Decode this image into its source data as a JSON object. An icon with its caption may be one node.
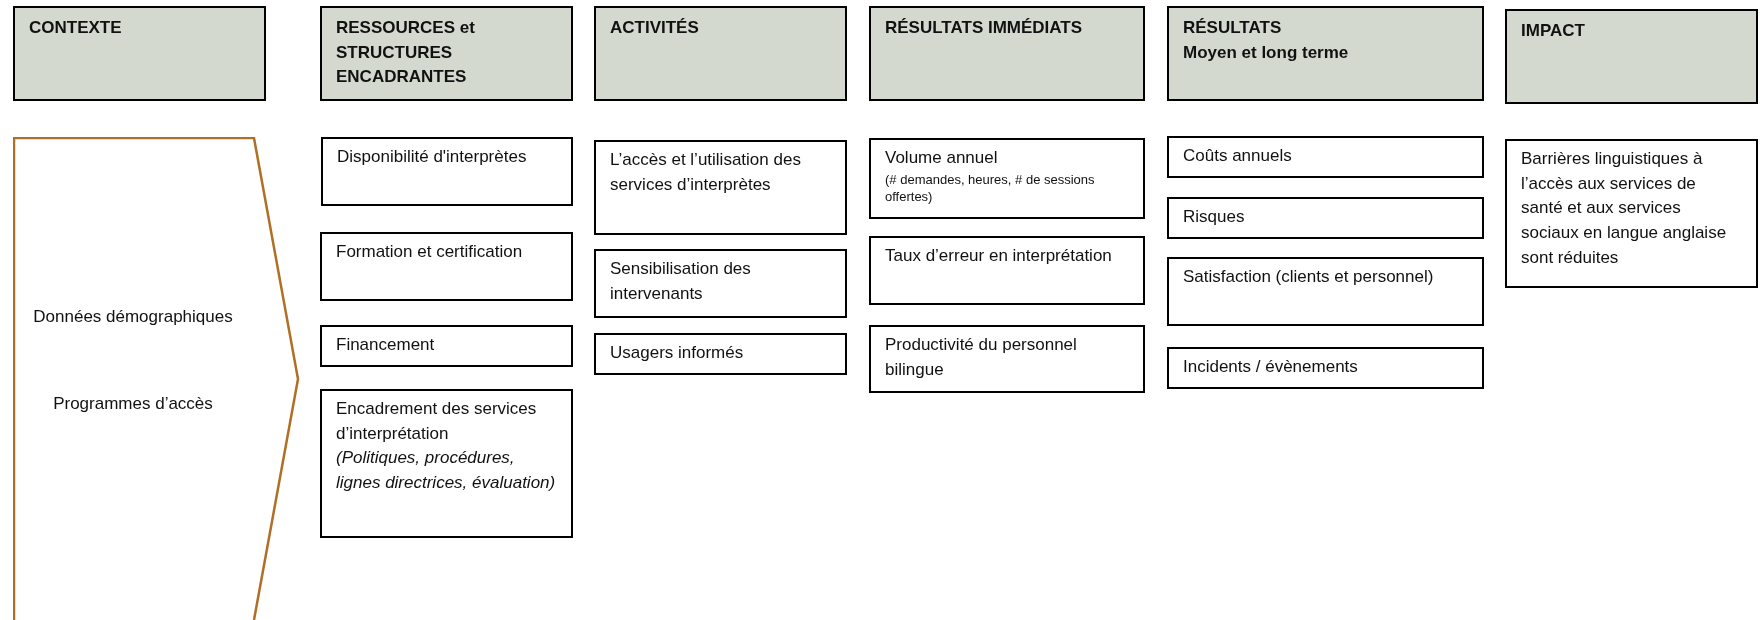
{
  "diagram": {
    "nodes": [
      {
        "text": [
          "CONTEXTE"
        ]
      },
      {
        "text": [
          "RESSOURCES et STRUCTURES ENCADRANTES"
        ]
      },
      {
        "text": [
          "ACTIVITÉS"
        ]
      },
      {
        "text": [
          "RÉSULTATS IMMÉDIATS"
        ]
      },
      {
        "text": [
          "RÉSULTATS",
          "Moyen et long terme"
        ]
      },
      {
        "text": [
          "IMPACT"
        ]
      },
      {
        "text": [
          "Données démographiques",
          "Programmes d’accès"
        ]
      },
      {
        "text": [
          "Disponibilité d'interprètes"
        ]
      },
      {
        "text": [
          "Formation et certification"
        ]
      },
      {
        "text": [
          "Financement"
        ]
      },
      {
        "text": [
          "Encadrement des services d’interprétation",
          "(Politiques, procédures, lignes directrices, évaluation)"
        ]
      },
      {
        "text": [
          "L’accès et l’utilisation des services d’interprètes"
        ]
      },
      {
        "text": [
          "Sensibilisation des intervenants"
        ]
      },
      {
        "text": [
          "Usagers informés"
        ]
      },
      {
        "text": [
          "Volume annuel",
          "(# demandes, heures, # de sessions offertes)"
        ]
      },
      {
        "text": [
          "Taux d’erreur en interprétation"
        ]
      },
      {
        "text": [
          "Productivité du personnel bilingue"
        ]
      },
      {
        "text": [
          "Coûts annuels"
        ]
      },
      {
        "text": [
          "Risques"
        ]
      },
      {
        "text": [
          "Satisfaction (clients et personnel)"
        ]
      },
      {
        "text": [
          "Incidents / évènements"
        ]
      },
      {
        "text": [
          "Barrières linguistiques à l’accès aux services de santé et aux services sociaux en langue anglaise sont réduites"
        ]
      }
    ]
  }
}
